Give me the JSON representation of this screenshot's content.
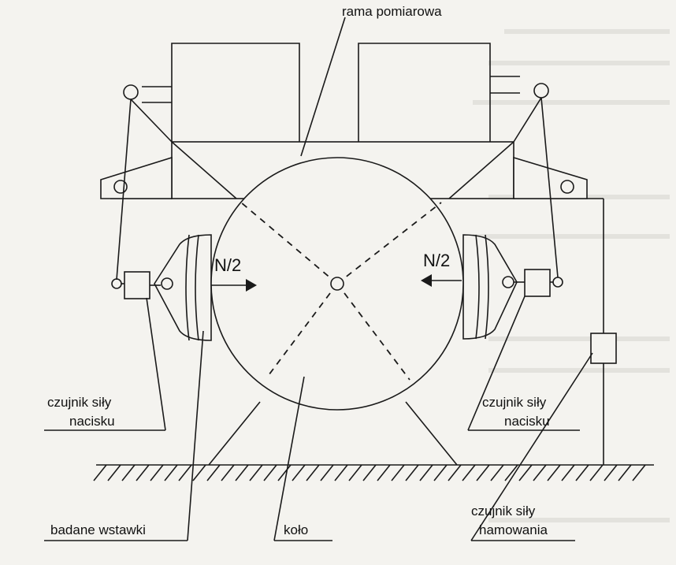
{
  "labels": {
    "frame": "rama pomiarowa",
    "force_left": "N/2",
    "force_right": "N/2",
    "sensor_left_line1": "czujnik siły",
    "sensor_left_line2": "nacisku",
    "sensor_right_line1": "czujnik siły",
    "sensor_right_line2": "nacisku",
    "braking_line1": "czujnik siły",
    "braking_line2": "hamowania",
    "inserts": "badane wstawki",
    "wheel": "koło"
  },
  "colors": {
    "ink": "#1a1a1a",
    "paper": "#f4f3ef",
    "bleed": "#cfcdc6"
  }
}
